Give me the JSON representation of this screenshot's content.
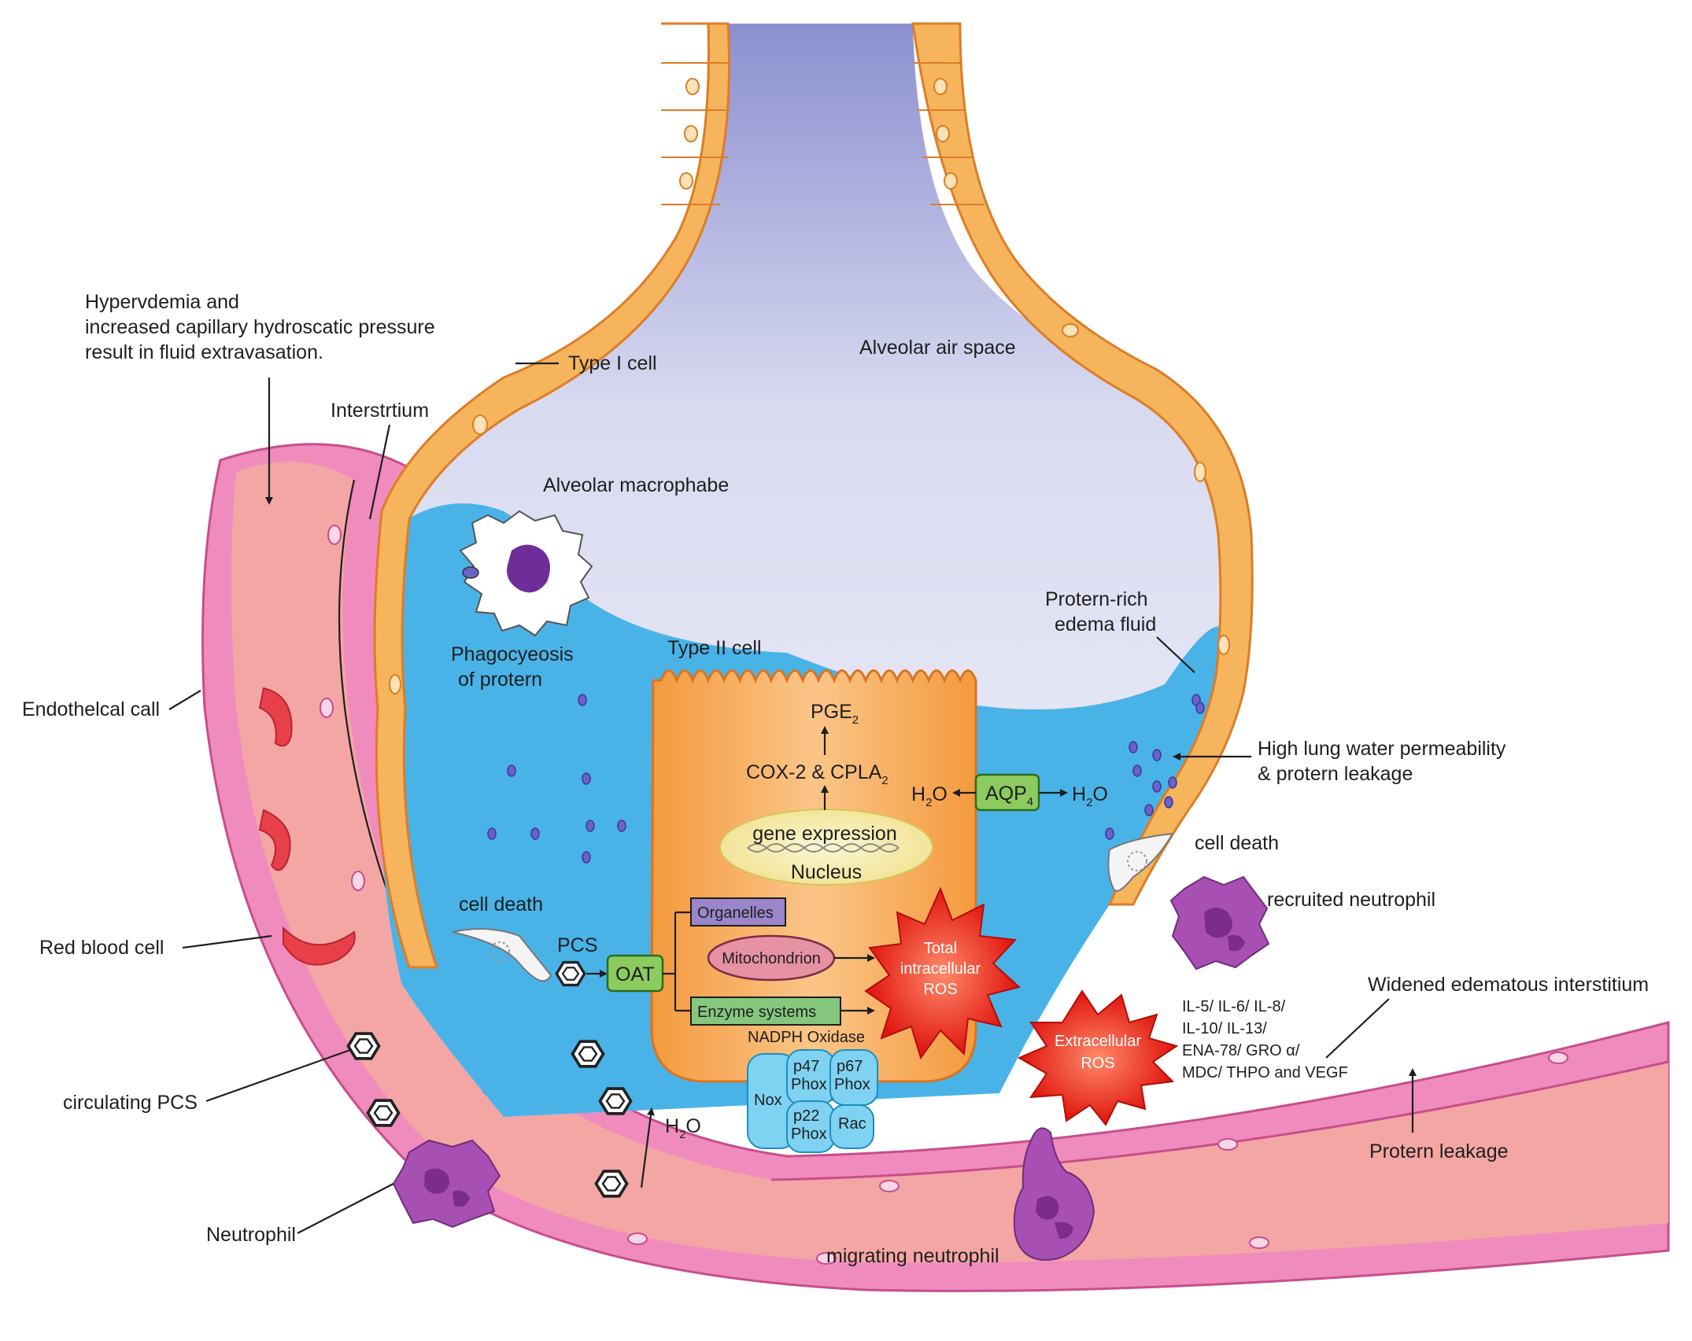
{
  "labels": {
    "hypervolemia_1": "Hypervdemia and",
    "hypervolemia_2": "increased capillary hydroscatic pressure",
    "hypervolemia_3": "result in fluid extravasation.",
    "interstitium": "Interstrtium",
    "type1_cell": "Type I cell",
    "alveolar_air_space": "Alveolar air space",
    "alveolar_macrophage": "Alveolar macrophabe",
    "phagocytosis_1": "Phagocyeosis",
    "phagocytosis_2": "of protern",
    "type2_cell": "Type II cell",
    "edema_fluid_1": "Protern-rich",
    "edema_fluid_2": "edema fluid",
    "high_perm_1": "High lung water permeability",
    "high_perm_2": "& protern leakage",
    "endothelial_cell": "Endothelcal call",
    "red_blood_cell": "Red blood cell",
    "circulating_pcs": "circulating PCS",
    "neutrophil": "Neutrophil",
    "cell_death_left": "cell death",
    "cell_death_right": "cell death",
    "recruited_neutrophil": "recruited neutrophil",
    "widened_interstitium": "Widened edematous interstitium",
    "protein_leakage": "Protern leakage",
    "migrating_neutrophil": "migrating neutrophil",
    "pcs": "PCS",
    "oat": "OAT",
    "organelles": "Organelles",
    "mitochondrion": "Mitochondrion",
    "enzyme_systems": "Enzyme systems",
    "total_ros_1": "Total",
    "total_ros_2": "intracellular",
    "total_ros_3": "ROS",
    "extracellular_ros_1": "Extracellular",
    "extracellular_ros_2": "ROS",
    "nadph_oxidase": "NADPH Oxidase",
    "nox": "Nox",
    "p47": "p47",
    "p67": "p67",
    "p22": "p22",
    "phox": "Phox",
    "rac": "Rac",
    "pge2_main": "PGE",
    "pge2_sub": "2",
    "cox_main": "COX-2 & CPLA",
    "cox_sub": "2",
    "gene_expression": "gene expression",
    "nucleus": "Nucleus",
    "aqp_main": "AQP",
    "aqp_sub": "4",
    "h2o_h": "H",
    "h2o_sub": "2",
    "h2o_o": "O",
    "cytokines_1": "IL-5/ IL-6/ IL-8/",
    "cytokines_2": "IL-10/ IL-13/",
    "cytokines_3": "ENA-78/ GRO α/",
    "cytokines_4": "MDC/ THPO and VEGF"
  },
  "colors": {
    "alveolar_air": "#d9dcf0",
    "edema_fluid": "#49b3e8",
    "epithelium": "#f6b45c",
    "type2_cell": "#f7a54a",
    "capillary_wall": "#ef8fbd",
    "blood": "#f2a0a0",
    "red_blood_cell": "#e8404a",
    "ros": "#e8231c",
    "neutrophil": "#a84fb4",
    "organelles_box": "#9a86c8",
    "oat_box": "#8ccb5e",
    "enzyme_box": "#86c77e",
    "nadph": "#7fd2f2"
  }
}
